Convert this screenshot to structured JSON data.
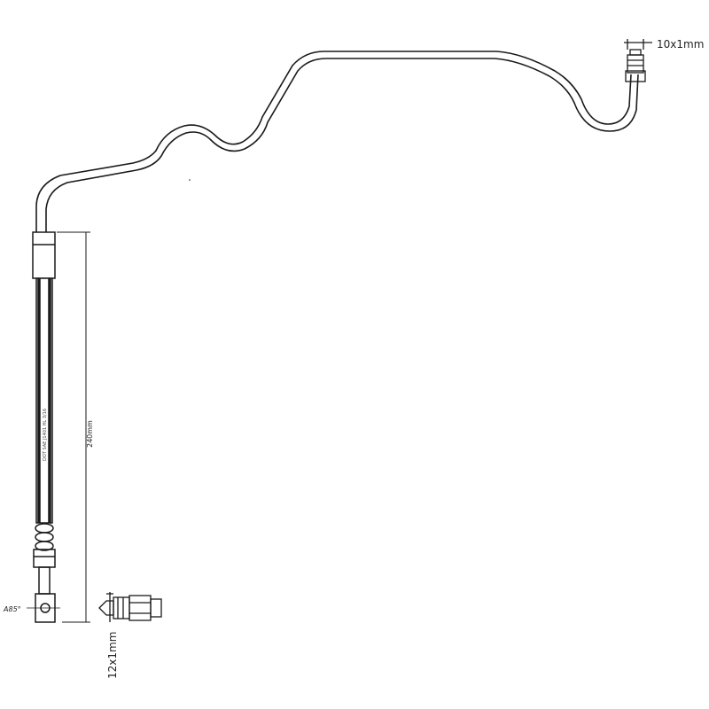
{
  "labels": {
    "top_fitting": "10x1mm",
    "bottom_fitting": "12x1mm",
    "hose_length": "240mm",
    "angle": "A85°"
  },
  "hose_print": "DOT SAE J1401 HL 3/16",
  "colors": {
    "line": "#1a1a1a",
    "background": "#ffffff"
  }
}
